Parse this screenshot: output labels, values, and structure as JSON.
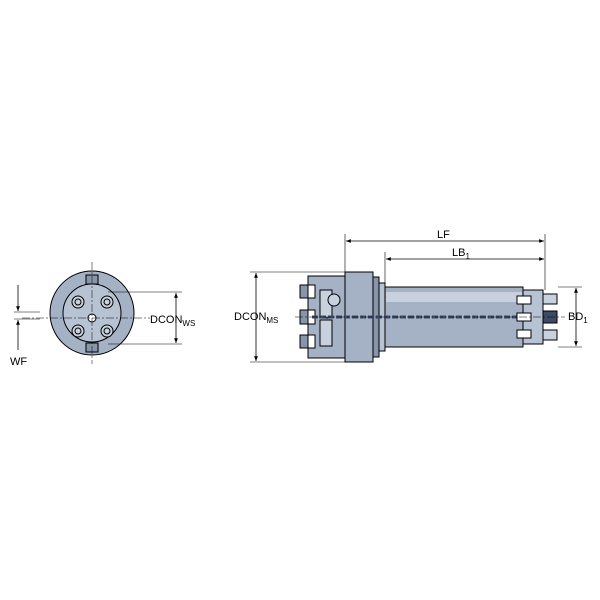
{
  "labels": {
    "wf": "WF",
    "dcon_ws_main": "DCON",
    "dcon_ws_sub": "WS",
    "dcon_ms_main": "DCON",
    "dcon_ms_sub": "MS",
    "lf": "LF",
    "lb1_main": "LB",
    "lb1_sub": "1",
    "bd1_main": "BD",
    "bd1_sub": "1"
  },
  "colors": {
    "body": "#a5b1c5",
    "body_dark": "#8794aa",
    "body_light": "#c8d1de",
    "line": "#000000",
    "coolant": "#3d4a66"
  }
}
